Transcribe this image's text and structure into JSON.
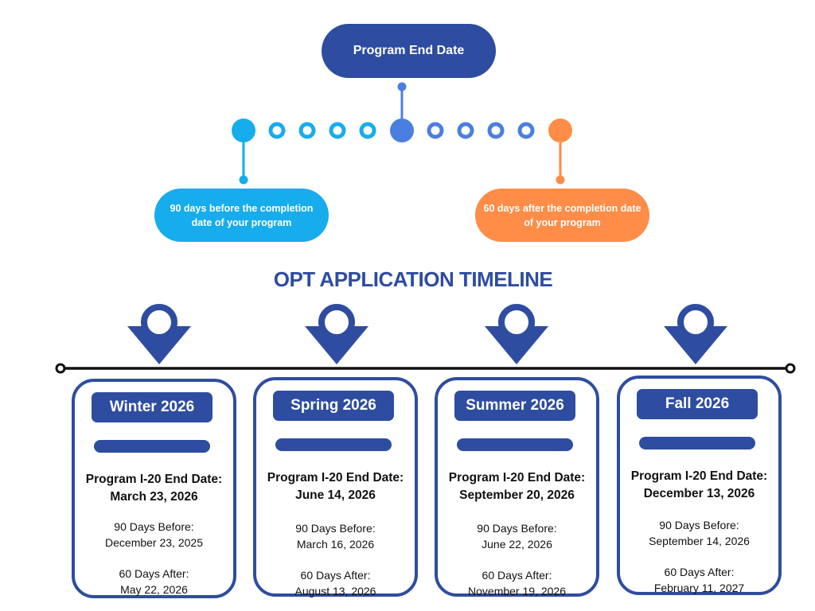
{
  "top": {
    "program_end": "Program End Date",
    "before_note": "90 days before the completion date of your program",
    "after_note": "60 days after the completion date of your program"
  },
  "colors": {
    "navy": "#2E4DA0",
    "light_blue": "#17ACEC",
    "mid_blue": "#4A7FE0",
    "orange": "#FF8C47"
  },
  "title": "OPT APPLICATION TIMELINE",
  "terms": [
    {
      "label": "Winter 2026",
      "end_heading": "Program I-20 End Date:",
      "end_date": "March 23, 2026",
      "before_label": "90 Days Before:",
      "before_date": "December 23, 2025",
      "after_label": "60 Days After:",
      "after_date": "May 22, 2026"
    },
    {
      "label": "Spring 2026",
      "end_heading": "Program I-20 End Date:",
      "end_date": "June 14, 2026",
      "before_label": "90 Days Before:",
      "before_date": "March 16, 2026",
      "after_label": "60 Days After:",
      "after_date": "August 13, 2026"
    },
    {
      "label": "Summer 2026",
      "end_heading": "Program I-20 End Date:",
      "end_date": "September 20, 2026",
      "before_label": "90 Days Before:",
      "before_date": "June 22, 2026",
      "after_label": "60 Days After:",
      "after_date": "November 19, 2026"
    },
    {
      "label": "Fall 2026",
      "end_heading": "Program I-20 End Date:",
      "end_date": "December 13, 2026",
      "before_label": "90 Days Before:",
      "before_date": "September 14, 2026",
      "after_label": "60 Days After:",
      "after_date": "February 11, 2027"
    }
  ]
}
